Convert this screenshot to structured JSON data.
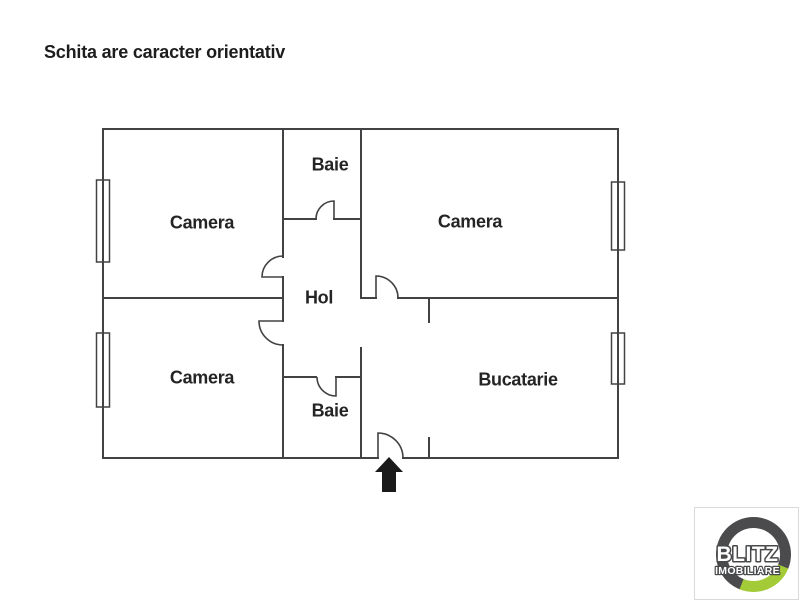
{
  "title": "Schita are caracter orientativ",
  "floorplan": {
    "rooms": [
      {
        "id": "camera-top-left",
        "label": "Camera"
      },
      {
        "id": "baie-top",
        "label": "Baie"
      },
      {
        "id": "camera-top-right",
        "label": "Camera"
      },
      {
        "id": "hol",
        "label": "Hol"
      },
      {
        "id": "camera-bottom-left",
        "label": "Camera"
      },
      {
        "id": "baie-bottom",
        "label": "Baie"
      },
      {
        "id": "bucatarie",
        "label": "Bucatarie"
      }
    ],
    "window_count": 4,
    "interior_door_count": 5,
    "entrance_marker": "black arrow pointing up at entrance door in bottom wall"
  },
  "logo": {
    "brand": "BLITZ",
    "subtitle": "IMOBILIARE",
    "ring_color": "#4b4b4d",
    "accent_color": "#a2cb37"
  },
  "colors": {
    "background": "#ffffff",
    "wall": "#424244",
    "text": "#242424"
  }
}
